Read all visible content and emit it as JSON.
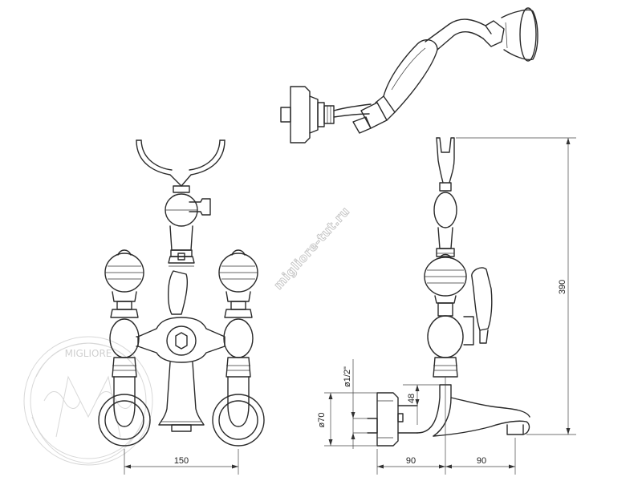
{
  "watermark": {
    "brand": "MIGLIORE",
    "url": "migliore-tut.ru"
  },
  "dimensions": {
    "width_front": "150",
    "height_side": "390",
    "pipe_thread": "ø1/2\"",
    "flange_diameter": "ø70",
    "spout_offset": "48",
    "projection_body": "90",
    "projection_spout": "90"
  }
}
